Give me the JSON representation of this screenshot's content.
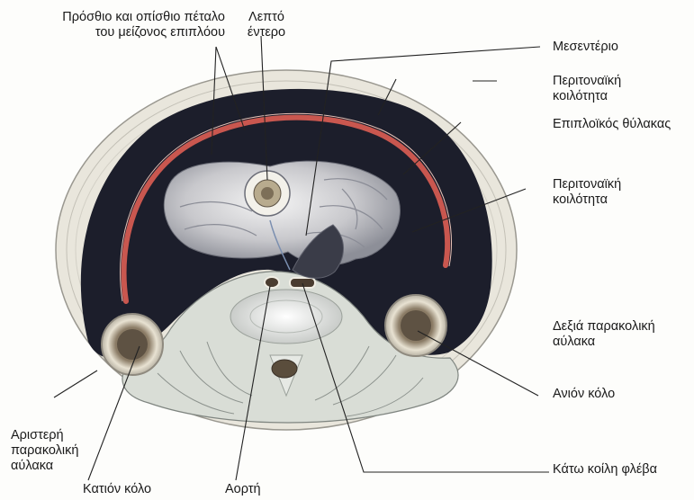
{
  "labels": {
    "omentum_layers": {
      "line1": "Πρόσθιο και οπίσθιο πέταλο",
      "line2": "του μείζονος επιπλόου"
    },
    "small_intestine": {
      "line1": "Λεπτό",
      "line2": "έντερο"
    },
    "mesentery": "Μεσεντέριο",
    "peritoneal_cavity_top": {
      "line1": "Περιτοναϊκή",
      "line2": "κοιλότητα"
    },
    "omental_bursa": "Επιπλοϊκός θύλακας",
    "peritoneal_cavity_mid": {
      "line1": "Περιτοναϊκή",
      "line2": "κοιλότητα"
    },
    "right_paracolic_gutter": {
      "line1": "Δεξιά παρακολική",
      "line2": "αύλακα"
    },
    "ascending_colon": "Ανιόν κόλο",
    "inferior_vena_cava": "Κάτω κοίλη φλέβα",
    "left_paracolic_gutter": {
      "line1": "Αριστερή",
      "line2": "παρακολική",
      "line3": "αύλακα"
    },
    "descending_colon": "Κατιόν κόλο",
    "aorta": "Αορτή"
  },
  "colors": {
    "cavity": "#1c1e2b",
    "wall": "#e9e6dc",
    "omentum": "#c9574f",
    "leader": "#222222"
  }
}
